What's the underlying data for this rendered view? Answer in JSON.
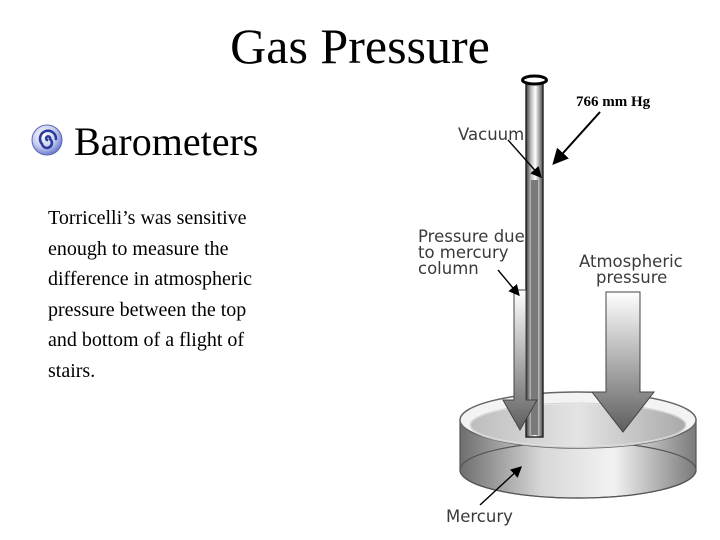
{
  "title": "Gas Pressure",
  "bullet": {
    "icon": "spiral-bullet-icon",
    "label": "Barometers"
  },
  "body_lines": [
    "Torricelli’s was sensitive",
    "enough to measure the",
    "difference in atmospheric",
    "pressure between the top",
    "and bottom of a flight of",
    "stairs."
  ],
  "figure": {
    "reading": "766 mm Hg",
    "vacuum_label": "Vacuum",
    "column_label_lines": [
      "Pressure due",
      "to mercury",
      "column"
    ],
    "atmospheric_label_lines": [
      "Atmospheric",
      "pressure"
    ],
    "mercury_label": "Mercury",
    "accent_colors": {
      "bullet_blue": "#3a4fb0",
      "bullet_ring": "#c9cdf0"
    }
  }
}
